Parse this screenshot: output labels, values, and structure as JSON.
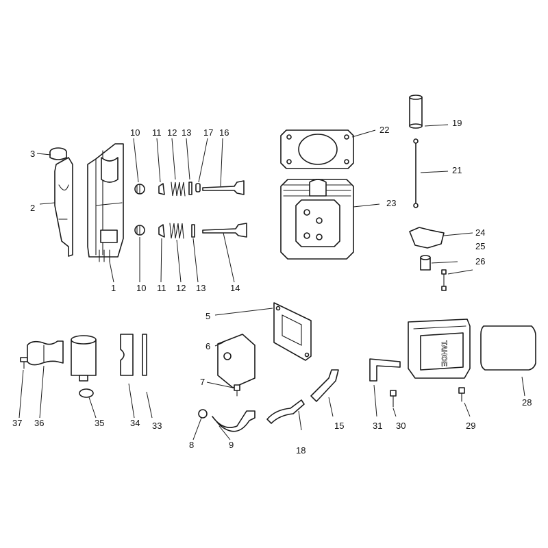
{
  "diagram": {
    "callouts": [
      {
        "id": "c1",
        "text": "1"
      },
      {
        "id": "c2",
        "text": "2"
      },
      {
        "id": "c3",
        "text": "3"
      },
      {
        "id": "c5",
        "text": "5"
      },
      {
        "id": "c6",
        "text": "6"
      },
      {
        "id": "c7",
        "text": "7"
      },
      {
        "id": "c8",
        "text": "8"
      },
      {
        "id": "c9",
        "text": "9"
      },
      {
        "id": "c10a",
        "text": "10"
      },
      {
        "id": "c10b",
        "text": "10"
      },
      {
        "id": "c11a",
        "text": "11"
      },
      {
        "id": "c11b",
        "text": "11"
      },
      {
        "id": "c12a",
        "text": "12"
      },
      {
        "id": "c12b",
        "text": "12"
      },
      {
        "id": "c13a",
        "text": "13"
      },
      {
        "id": "c13b",
        "text": "13"
      },
      {
        "id": "c14",
        "text": "14"
      },
      {
        "id": "c15",
        "text": "15"
      },
      {
        "id": "c16",
        "text": "16"
      },
      {
        "id": "c17",
        "text": "17"
      },
      {
        "id": "c18",
        "text": "18"
      },
      {
        "id": "c19",
        "text": "19"
      },
      {
        "id": "c21",
        "text": "21"
      },
      {
        "id": "c22",
        "text": "22"
      },
      {
        "id": "c23",
        "text": "23"
      },
      {
        "id": "c24",
        "text": "24"
      },
      {
        "id": "c25",
        "text": "25"
      },
      {
        "id": "c26",
        "text": "26"
      },
      {
        "id": "c28",
        "text": "28"
      },
      {
        "id": "c29",
        "text": "29"
      },
      {
        "id": "c30",
        "text": "30"
      },
      {
        "id": "c31",
        "text": "31"
      },
      {
        "id": "c33",
        "text": "33"
      },
      {
        "id": "c34",
        "text": "34"
      },
      {
        "id": "c35",
        "text": "35"
      },
      {
        "id": "c36",
        "text": "36"
      },
      {
        "id": "c37",
        "text": "37"
      }
    ],
    "valve_cover_emboss": "TAHOE"
  }
}
